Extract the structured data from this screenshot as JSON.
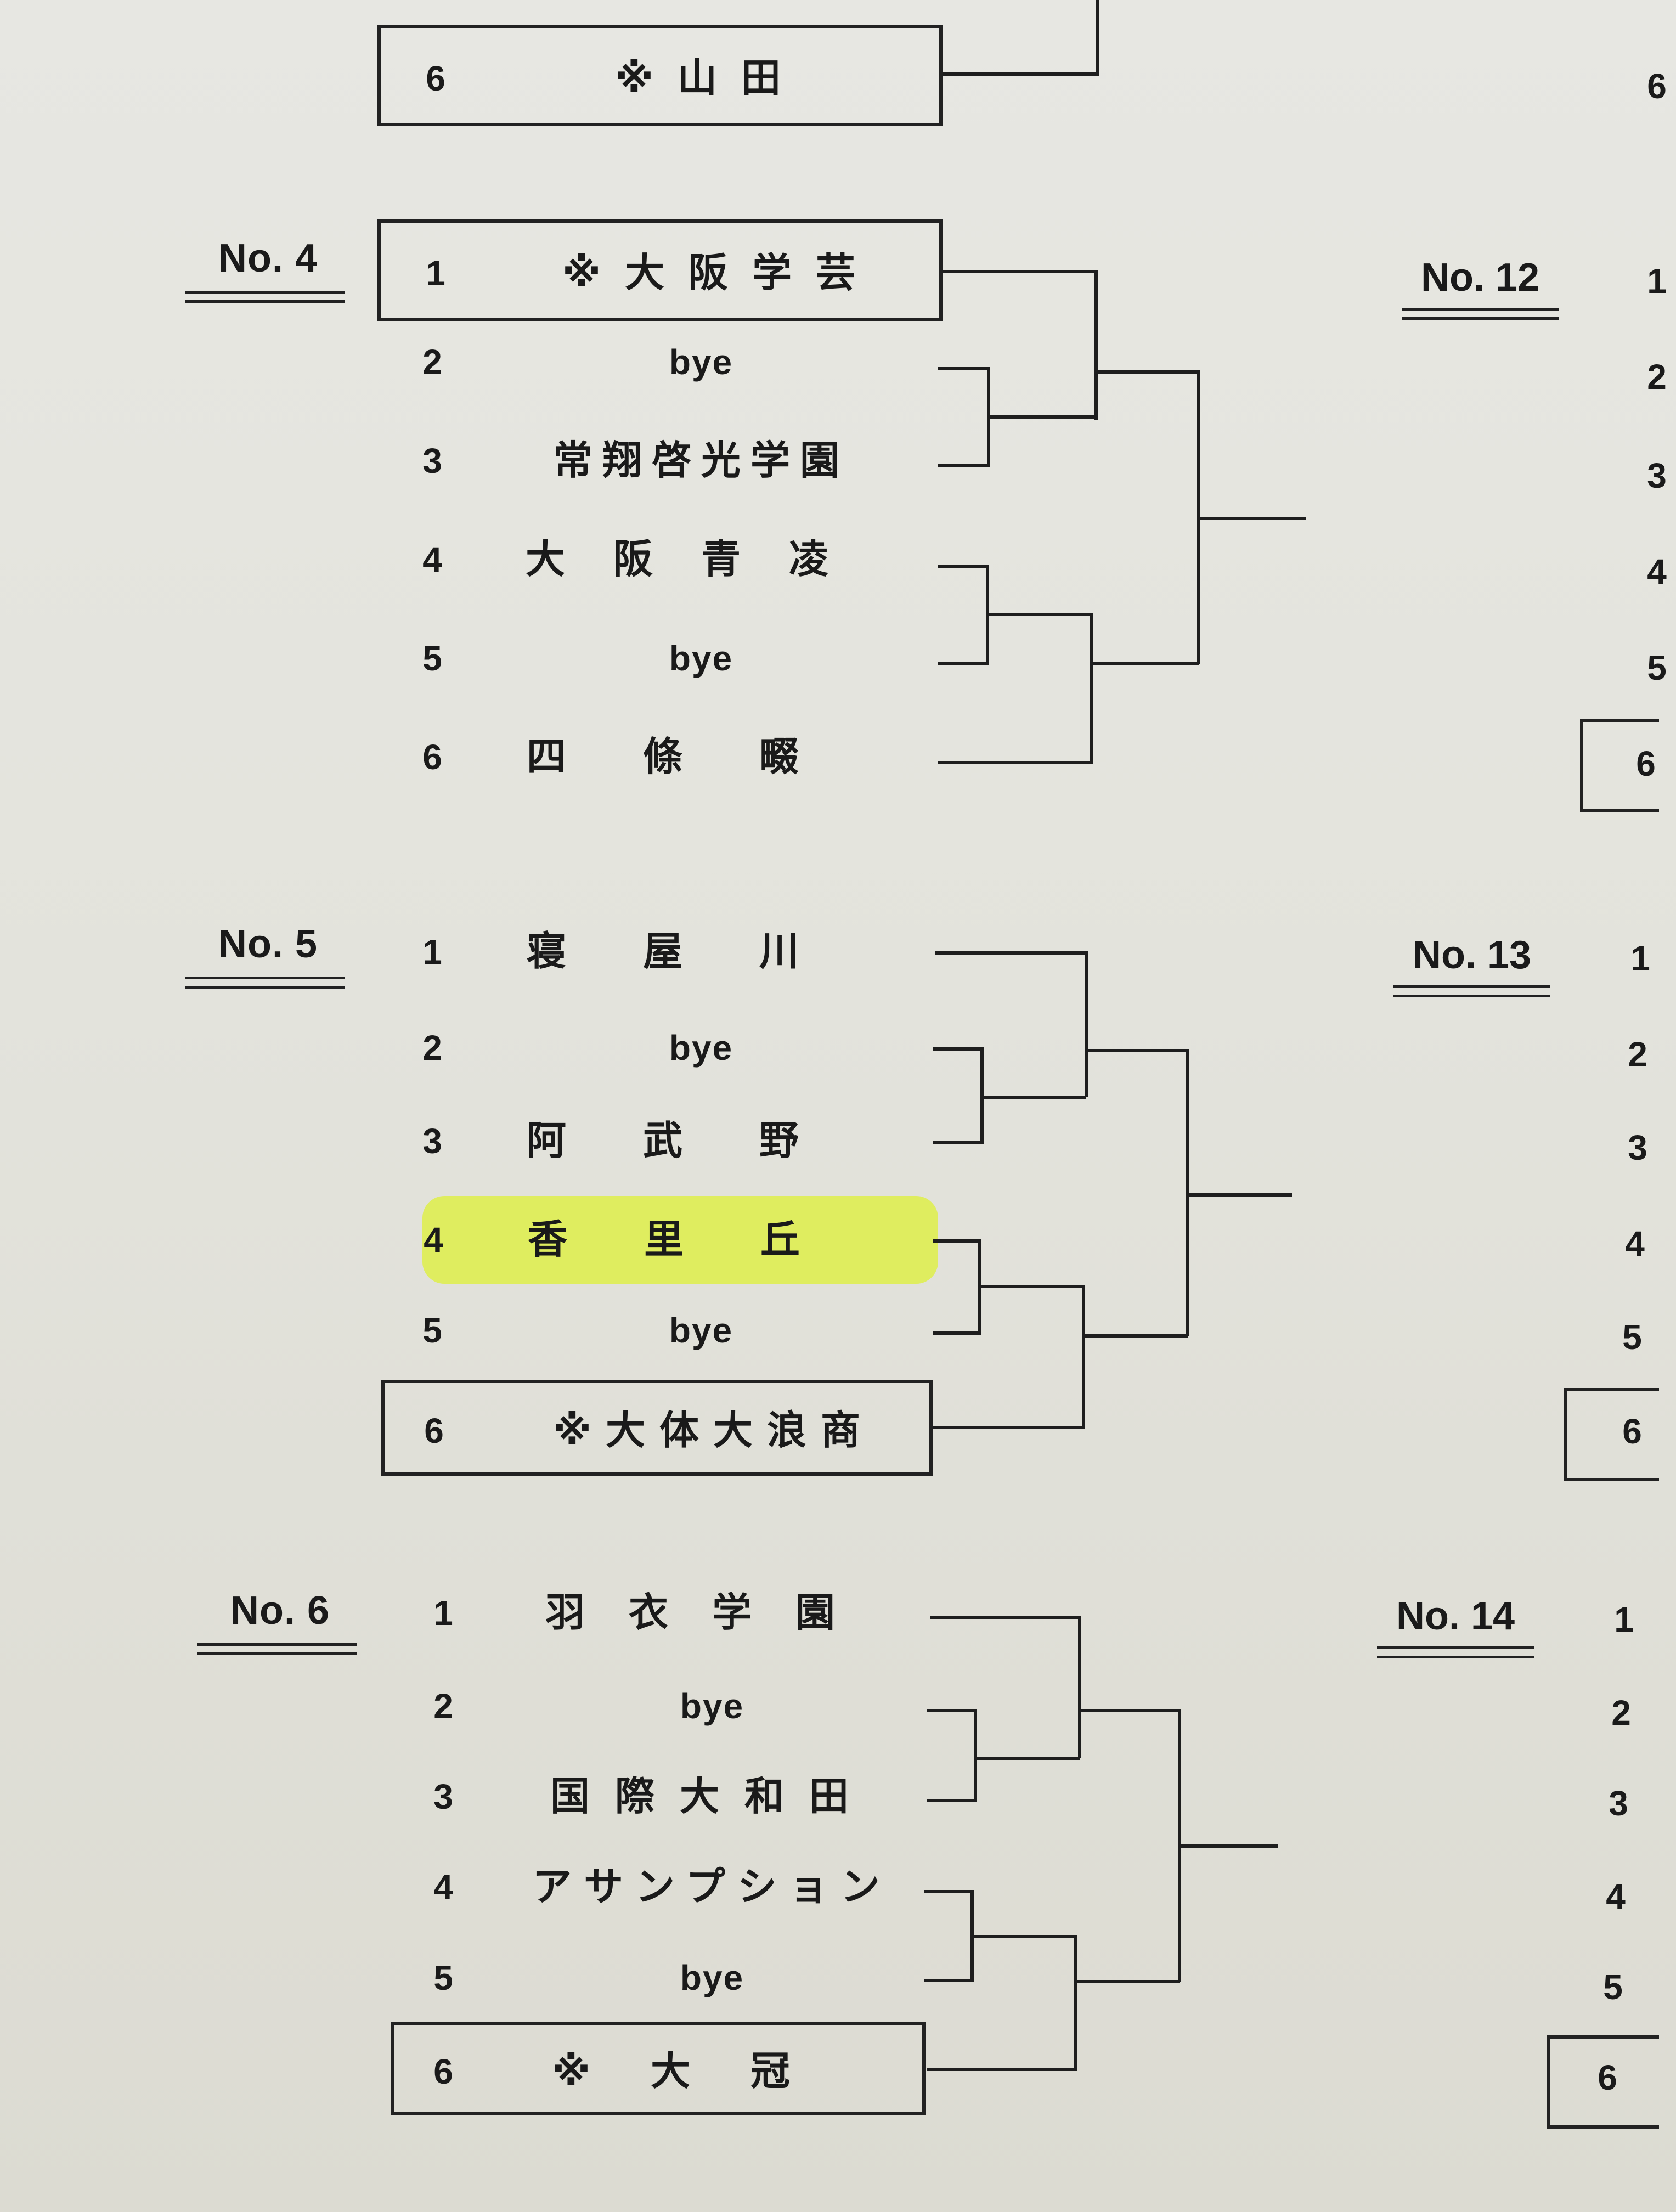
{
  "top_entry": {
    "num": "6",
    "name": "※山田"
  },
  "groups": [
    {
      "label": "No. 4",
      "entries": [
        {
          "num": "1",
          "name": "※大阪学芸",
          "seed": true
        },
        {
          "num": "2",
          "name": "bye"
        },
        {
          "num": "3",
          "name": "常翔啓光学園"
        },
        {
          "num": "4",
          "name": "大阪青凌"
        },
        {
          "num": "5",
          "name": "bye"
        },
        {
          "num": "6",
          "name": "四條畷"
        }
      ]
    },
    {
      "label": "No. 5",
      "entries": [
        {
          "num": "1",
          "name": "寝屋川"
        },
        {
          "num": "2",
          "name": "bye"
        },
        {
          "num": "3",
          "name": "阿武野"
        },
        {
          "num": "4",
          "name": "香里丘",
          "highlight": true
        },
        {
          "num": "5",
          "name": "bye"
        },
        {
          "num": "6",
          "name": "※大体大浪商",
          "seed": true
        }
      ]
    },
    {
      "label": "No. 6",
      "entries": [
        {
          "num": "1",
          "name": "羽衣学園"
        },
        {
          "num": "2",
          "name": "bye"
        },
        {
          "num": "3",
          "name": "国際大和田"
        },
        {
          "num": "4",
          "name": "アサンプション"
        },
        {
          "num": "5",
          "name": "bye"
        },
        {
          "num": "6",
          "name": "※大冠",
          "seed": true
        }
      ]
    }
  ],
  "right_column": {
    "labels": [
      "No. 12",
      "No. 13",
      "No. 14"
    ],
    "top_partial_num": "6",
    "numbers_12": [
      "1",
      "2",
      "3",
      "4",
      "5",
      "6"
    ],
    "numbers_13": [
      "1",
      "2",
      "3",
      "4",
      "5",
      "6"
    ],
    "numbers_14": [
      "1",
      "2",
      "3",
      "4",
      "5",
      "6"
    ]
  },
  "colors": {
    "highlight": "#dff03c",
    "ink": "#1e1e1e",
    "paper": "#e5e5df"
  }
}
